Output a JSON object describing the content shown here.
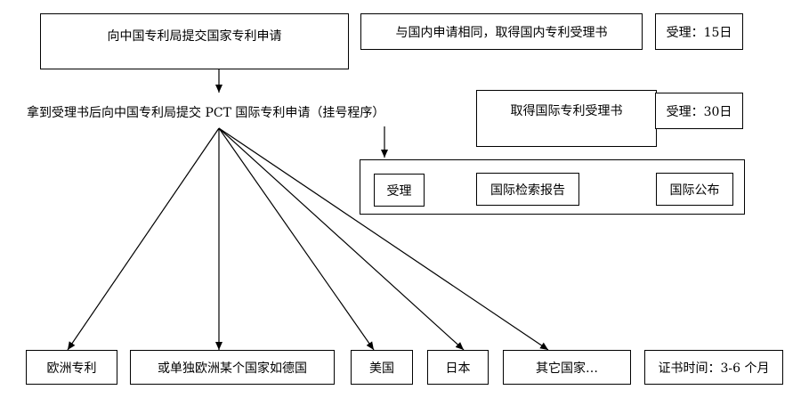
{
  "diagram": {
    "step1": "向中国专利局提交国家专利申请",
    "same_as_domestic": "与国内申请相同，取得国内专利受理书",
    "accept_15": "受理：15日",
    "step2": "拿到受理书后向中国专利局提交 PCT 国际专利申请（挂号程序）",
    "intl_receipt": "取得国际专利受理书",
    "accept_30": "受理：30日",
    "flow": {
      "accept": "受理",
      "search_report": "国际检索报告",
      "publication": "国际公布"
    },
    "targets": {
      "eu_patent": "欧洲专利",
      "single_eu_country": "或单独欧洲某个国家如德国",
      "usa": "美国",
      "japan": "日本",
      "others": "其它国家…"
    },
    "certificate_time": "证书时间：3-6 个月"
  }
}
